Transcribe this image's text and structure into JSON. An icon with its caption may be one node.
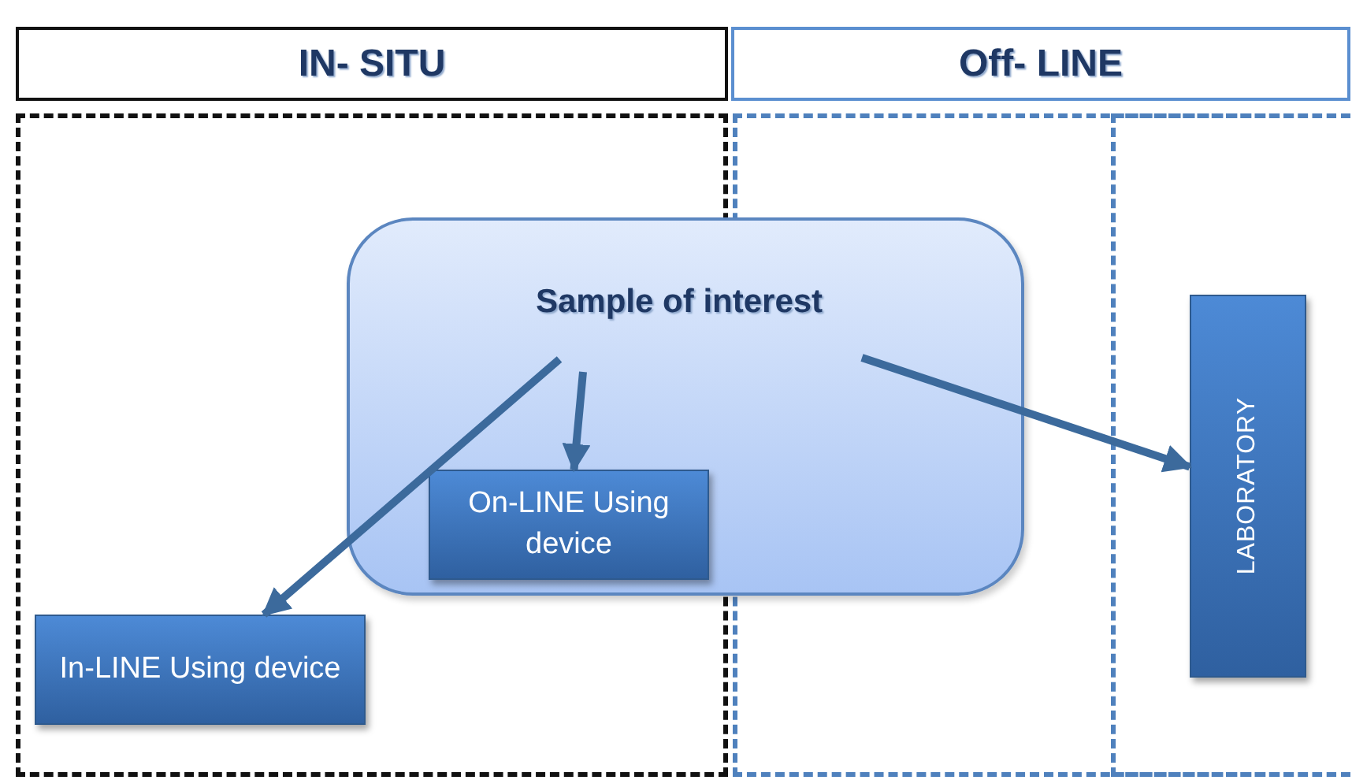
{
  "diagram": {
    "nodes": [
      {
        "text": [
          "IN- SITU"
        ]
      },
      {
        "text": [
          "Off- LINE"
        ]
      },
      {
        "text": [],
        "shape": "box"
      },
      {
        "text": [],
        "shape": "box"
      },
      {
        "text": [],
        "shape": "box",
        "in": 3
      },
      {
        "text": [
          "Sample of interest"
        ]
      },
      {
        "text": [
          "On-LINE Using device"
        ]
      },
      {
        "text": [
          "In-LINE Using device"
        ],
        "in": 2
      },
      {
        "text": [
          "LABORATORY"
        ],
        "in": 4
      }
    ],
    "edges": [
      {
        "from": 5,
        "to": 7,
        "arrow": "to"
      },
      {
        "from": 5,
        "to": 6,
        "arrow": "to"
      },
      {
        "from": 5,
        "to": 8,
        "arrow": "to"
      }
    ]
  }
}
